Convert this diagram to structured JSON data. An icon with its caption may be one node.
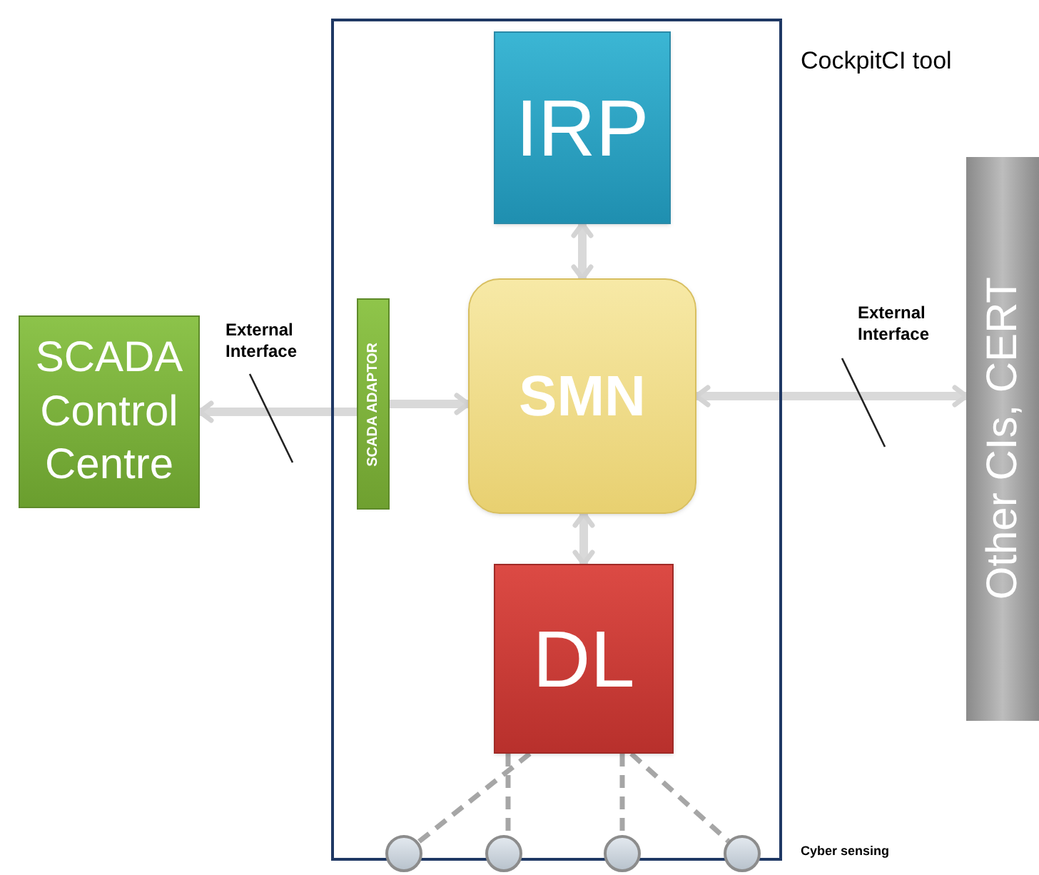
{
  "diagram": {
    "nodes": [
      {
        "text": [
          "CockpitCI tool"
        ]
      },
      {
        "text": [
          "IRP"
        ],
        "in": 0
      },
      {
        "text": [
          "SMN"
        ],
        "in": 0
      },
      {
        "text": [
          "DL"
        ],
        "in": 0
      },
      {
        "text": [
          "SCADA ADAPTOR"
        ],
        "in": 0
      },
      {
        "text": [
          "SCADA Control Centre"
        ]
      },
      {
        "text": [
          "Other CIs, CERT"
        ]
      },
      {
        "text": [],
        "shape": "circle"
      },
      {
        "text": [],
        "shape": "circle"
      },
      {
        "text": [],
        "shape": "circle"
      },
      {
        "text": [],
        "shape": "circle"
      }
    ],
    "edges": [
      {
        "from": 2,
        "to": 1,
        "arrow": "both"
      },
      {
        "from": 4,
        "to": 5,
        "arrow": "to"
      },
      {
        "from": 4,
        "to": 2,
        "arrow": "to"
      },
      {
        "from": 2,
        "to": 6,
        "arrow": "both"
      },
      {
        "from": 2,
        "to": 3,
        "arrow": "both"
      },
      {
        "from": 3,
        "to": 7,
        "arrow": "none",
        "style": "dashed",
        "color": "#a6a6a6"
      },
      {
        "from": 3,
        "to": 8,
        "arrow": "none",
        "style": "dashed",
        "color": "#a6a6a6"
      },
      {
        "from": 3,
        "to": 9,
        "arrow": "none",
        "style": "dashed",
        "color": "#a6a6a6"
      },
      {
        "from": 3,
        "to": 10,
        "arrow": "none",
        "style": "dashed",
        "color": "#a6a6a6"
      }
    ],
    "labels": [
      "External Interface",
      "External Interface",
      "Cyber sensing"
    ]
  }
}
